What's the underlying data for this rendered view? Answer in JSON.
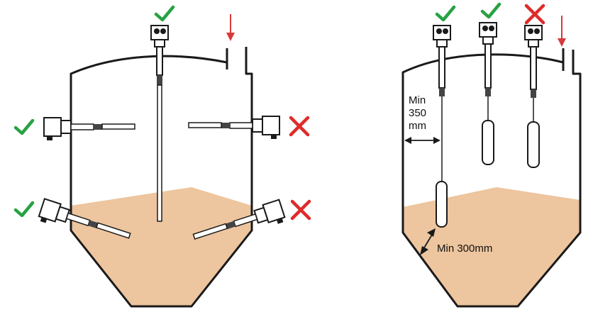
{
  "left_diagram": {
    "marks": {
      "top_probe": "check",
      "upper_left_probe": "check",
      "upper_right_probe": "cross",
      "lower_left_probe": "check",
      "lower_right_probe": "cross"
    }
  },
  "right_diagram": {
    "min_side_label_1": "Min",
    "min_side_label_2": "350",
    "min_side_label_3": "mm",
    "min_bottom_label": "Min 300mm",
    "marks": {
      "probe_1": "check",
      "probe_2": "check",
      "probe_3": "cross"
    }
  },
  "icons": {
    "check": "check-icon",
    "cross": "cross-icon",
    "arrow": "inlet-arrow-icon"
  },
  "colors": {
    "material": "#EDC59E",
    "check": "#27A243",
    "cross": "#E02A2A",
    "arrow": "#D63A3A",
    "outline": "#1A1A1A"
  }
}
